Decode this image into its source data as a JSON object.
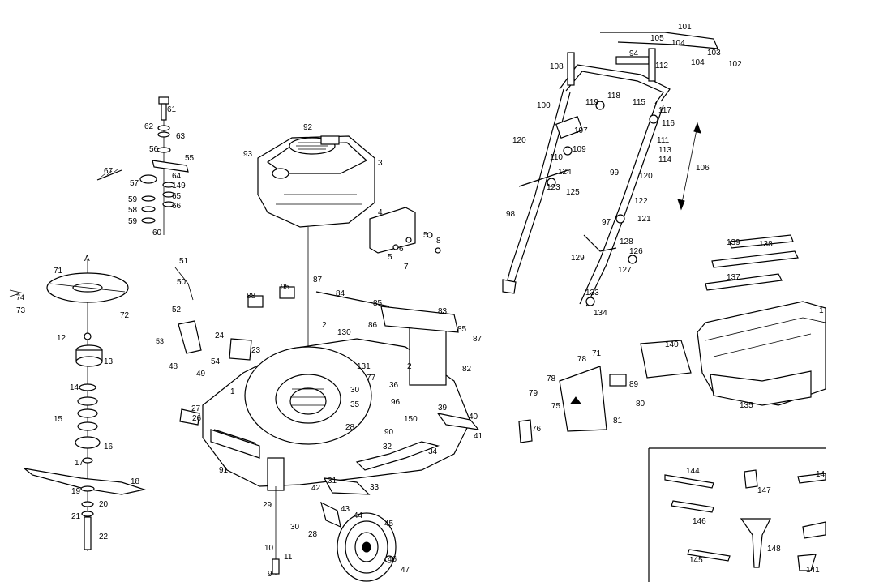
{
  "figure": {
    "labels": {
      "l61": "61",
      "l62": "62",
      "l63": "63",
      "l56": "56",
      "l55": "55",
      "l67": "67",
      "l57": "57",
      "l64": "64",
      "l149": "149",
      "l59a": "59",
      "l65": "65",
      "l58": "58",
      "l66": "66",
      "l59b": "59",
      "l60": "60",
      "l92": "92",
      "l93": "93",
      "l3": "3",
      "l4": "4",
      "l5a": "5",
      "l8": "8",
      "l5b": "5",
      "l6": "6",
      "l7": "7",
      "lA": "A",
      "l71": "71",
      "l74": "74",
      "l73": "73",
      "l72": "72",
      "l51": "51",
      "l50": "50",
      "l52": "52",
      "l53": "53",
      "l12": "12",
      "l13": "13",
      "l48": "48",
      "l24": "24",
      "l54": "54",
      "l49": "49",
      "l23": "23",
      "l14": "14",
      "l15": "15",
      "l16": "16",
      "l17": "17",
      "l18": "18",
      "l19": "19",
      "l20": "20",
      "l21": "21",
      "l22": "22",
      "l88": "88",
      "l95": "95",
      "l87a": "87",
      "l84": "84",
      "l85a": "85",
      "l83": "83",
      "l86": "86",
      "l2a": "2",
      "l130": "130",
      "l85b": "85",
      "l87b": "87",
      "l82": "82",
      "l131": "131",
      "l2b": "2",
      "l1a": "1",
      "l27": "27",
      "l26": "26",
      "l77": "77",
      "l36": "36",
      "l30a": "30",
      "l35": "35",
      "l96": "96",
      "l28a": "28",
      "l150": "150",
      "l90": "90",
      "l39": "39",
      "l40": "40",
      "l41": "41",
      "l34": "34",
      "l32": "32",
      "l91": "91",
      "l31": "31",
      "l33": "33",
      "l42": "42",
      "l29": "29",
      "l30b": "30",
      "l43": "43",
      "l44": "44",
      "l28b": "28",
      "l45": "45",
      "l10": "10",
      "l11": "11",
      "l46": "46",
      "l47": "47",
      "l9": "9",
      "l101": "101",
      "l105": "105",
      "l104a": "104",
      "l103": "103",
      "l104b": "104",
      "l102": "102",
      "l108": "108",
      "l94": "94",
      "l112": "112",
      "l100": "100",
      "l118": "118",
      "l119": "119",
      "l115": "115",
      "l117": "117",
      "l116": "116",
      "l107": "107",
      "l111": "111",
      "l113": "113",
      "l114": "114",
      "l120a": "120",
      "l110": "110",
      "l109": "109",
      "l106": "106",
      "l124": "124",
      "l123": "123",
      "l125": "125",
      "l99": "99",
      "l120b": "120",
      "l122": "122",
      "l98": "98",
      "l97": "97",
      "l121": "121",
      "l128": "128",
      "l129": "129",
      "l126": "126",
      "l127": "127",
      "l133": "133",
      "l134": "134",
      "l139": "139",
      "l138": "138",
      "l137": "137",
      "l1b": "1",
      "l140": "140",
      "l135": "135",
      "l78a": "78",
      "l71b": "71",
      "l89": "89",
      "l79": "79",
      "l78b": "78",
      "l75": "75",
      "l80": "80",
      "l81": "81",
      "l76": "76",
      "l144": "144",
      "l147": "147",
      "l14x": "14",
      "l146": "146",
      "l148": "148",
      "l145": "145",
      "l141": "141"
    }
  }
}
